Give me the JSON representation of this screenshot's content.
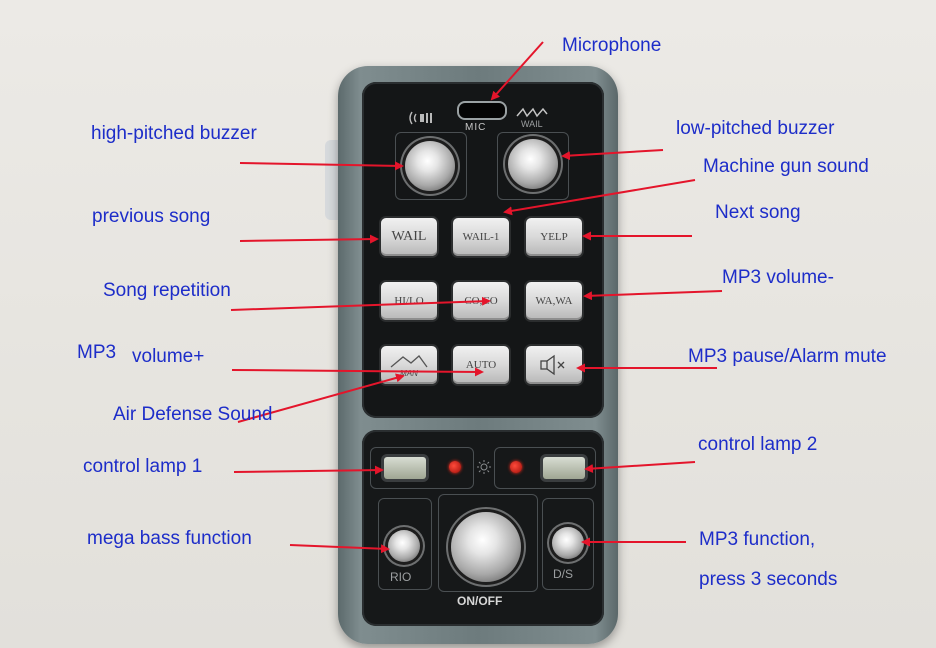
{
  "annotations": {
    "microphone": "Microphone",
    "high_buzzer": "high-pitched buzzer",
    "low_buzzer": "low-pitched buzzer",
    "machine_gun": "Machine gun sound",
    "previous_song": "previous song",
    "next_song": "Next song",
    "song_repetition": "Song repetition",
    "mp3_volume_minus": "MP3 volume-",
    "mp3_volume_plus_a": "MP3",
    "mp3_volume_plus_b": "volume+",
    "mp3_pause": "MP3 pause/Alarm mute",
    "air_defense": "Air Defense Sound",
    "control_lamp_1": "control lamp 1",
    "control_lamp_2": "control lamp 2",
    "mega_bass": "mega bass function",
    "mp3_function_a": "MP3 function,",
    "mp3_function_b": "press 3 seconds"
  },
  "device": {
    "mic_label": "MIC",
    "wail_icon_label": "WAIL",
    "buttons": {
      "wail": "WAIL",
      "wail1": "WAIL-1",
      "yelp": "YELP",
      "hilo": "HI/LO",
      "coco": "CO,CO",
      "wawa": "WA,WA",
      "man": "MAN",
      "auto": "AUTO",
      "mute_icon": "speaker-mute-icon"
    },
    "rio": "RIO",
    "ds": "D/S",
    "onoff": "ON/OFF"
  },
  "colors": {
    "annotation_text": "#1d2dc9",
    "arrow": "#e4152b",
    "device_body": "#6d7b7d",
    "panel": "#141617"
  }
}
